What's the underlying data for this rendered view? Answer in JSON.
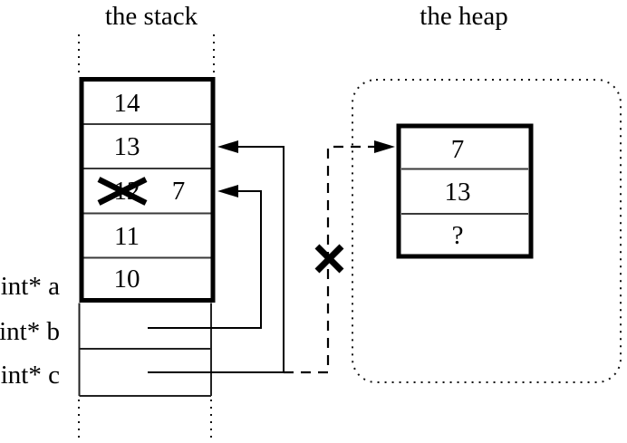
{
  "titles": {
    "stack": "the stack",
    "heap": "the heap"
  },
  "stack_cells": {
    "v14": "14",
    "v13": "13",
    "v12_crossed": "12",
    "v12_replacement": "7",
    "v11": "11",
    "v10": "10"
  },
  "stack_labels": {
    "a": "int* a",
    "b": "int* b",
    "c": "int* c"
  },
  "heap_cells": {
    "row1": "7",
    "row2": "13",
    "row3": "?"
  },
  "colors": {
    "ink": "#000000",
    "thin_line": "#3a3a3a",
    "background": "#ffffff"
  }
}
